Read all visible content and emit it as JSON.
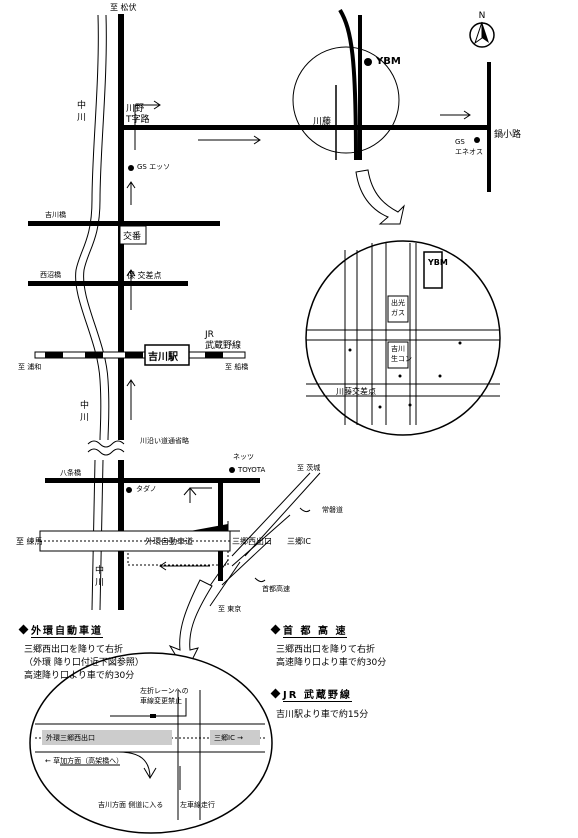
{
  "map": {
    "labels": {
      "to_matsubushi": "至 松伏",
      "nakagawa_top": "中川",
      "kawano_t_junction": "川野\nT字路",
      "gs_esso": "GS エッソ",
      "ybm": "YBM",
      "kawafuji": "川藤",
      "gs_eneos": "GS\nエネオス",
      "nabekoji": "鍋小路",
      "yoshikawa_bridge": "吉川橋",
      "koban": "交番",
      "nishinuma_bridge": "西沼橋",
      "tamotsu_intersection": "保 交差点",
      "jr_musashino_line": "JR\n武蔵野線",
      "yoshikawa_station": "吉川駅",
      "to_urawa": "至 浦和",
      "to_funabashi": "至 船橋",
      "nakagawa_mid": "中川",
      "kawazoi_road": "川沿い道通省略",
      "nets_toyota_1": "ネッツ",
      "nets_toyota_2": "TOYOTA",
      "yashio_bridge": "八条橋",
      "to_ibaraki": "至 茨城",
      "tadano": "タダノ",
      "joban_road": "常磐道",
      "to_kasukabe": "至 練馬",
      "gaikan_road": "外環自動車道",
      "misato_nishi_exit": "三郷西出口",
      "misato_ic": "三郷IC",
      "nakagawa_bottom": "中川",
      "shuto_expressway": "首都高速",
      "to_tokyo": "至 東京"
    },
    "detail": {
      "ybm": "YBM",
      "idemitsu_gas": "出光\nガス",
      "yoshikawa_namacon": "吉川\n生コン",
      "kawafuji_intersection": "川藤交差点"
    },
    "gaikan_detail": {
      "no_left_lane": "左折レーンへの\n車線変更禁止",
      "misato_nishi_exit": "外環三郷西出口",
      "misato_ic": "三郷IC →",
      "soka_direction": "← 草加方面（高架橋へ）",
      "yoshikawa_side_road": "吉川方面 側道に入る",
      "left_lane_drive": "左車線走行"
    }
  },
  "info": {
    "gaikan": {
      "title": "外環自動車道",
      "lines": [
        "三郷西出口を降りて右折",
        "（外環 降り口付近下図参照）",
        "高速降り口より車で約30分"
      ]
    },
    "shuto": {
      "title": "首 都 高 速",
      "lines": [
        "三郷西出口を降りて右折",
        "高速降り口より車で約30分"
      ]
    },
    "jr": {
      "title": "JR 武蔵野線",
      "lines": [
        "吉川駅より車で約15分"
      ]
    }
  },
  "compass": {
    "north_label": "N"
  }
}
